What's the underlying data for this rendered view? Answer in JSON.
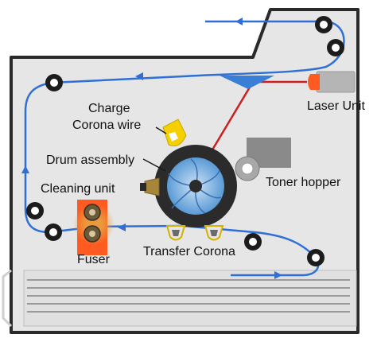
{
  "labels": {
    "laser_unit": "Laser Unit",
    "charge_corona_line1": "Charge",
    "charge_corona_line2": "Corona wire",
    "drum_assembly": "Drum assembly",
    "toner_hopper": "Toner hopper",
    "cleaning_unit": "Cleaning unit",
    "fuser": "Fuser",
    "transfer_corona": "Transfer Corona"
  },
  "colors": {
    "housing_fill": "#e6e6e6",
    "housing_stroke": "#2a2a2a",
    "paper_path": "#2f6fd6",
    "laser_beam": "#cc1f1f",
    "laser_head": "#ff5a1f",
    "laser_body": "#b5b5b5",
    "mirror": "#3a7fd6",
    "drum_outer": "#2b2b2b",
    "drum_inner": "#5a9bd6",
    "charge_corona": "#f4d000",
    "toner_hopper": "#8a8a8a",
    "fuser_block": "#ff5a1f",
    "fuser_glow": "#e8a040"
  }
}
